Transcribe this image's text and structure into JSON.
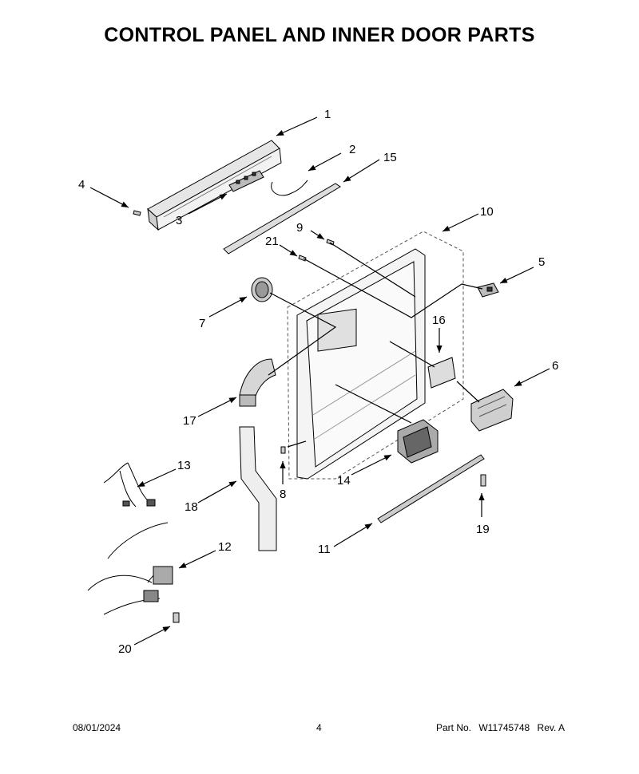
{
  "header": {
    "title": "CONTROL PANEL AND INNER DOOR PARTS"
  },
  "callouts": {
    "c1": "1",
    "c2": "2",
    "c3": "3",
    "c4": "4",
    "c5": "5",
    "c6": "6",
    "c7": "7",
    "c8": "8",
    "c9": "9",
    "c10": "10",
    "c11": "11",
    "c12": "12",
    "c13": "13",
    "c14": "14",
    "c15": "15",
    "c16": "16",
    "c17": "17",
    "c18": "18",
    "c19": "19",
    "c20": "20",
    "c21": "21"
  },
  "footer": {
    "date": "08/01/2024",
    "page": "4",
    "part_label": "Part No.",
    "part_number": "W11745748",
    "rev": "Rev. A"
  },
  "colors": {
    "line": "#000000",
    "part_fill": "#e6e6e6",
    "part_dark": "#333333"
  }
}
